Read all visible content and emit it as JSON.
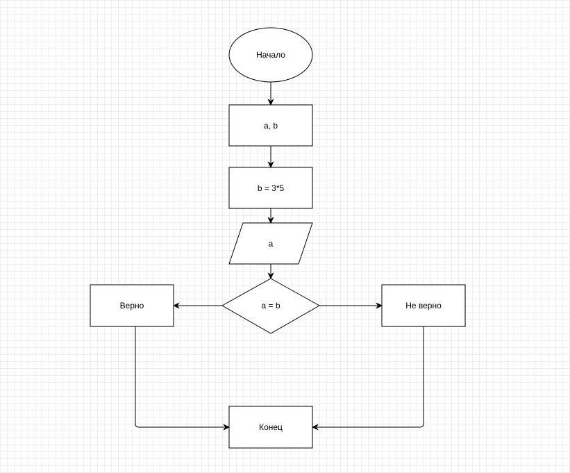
{
  "diagram": {
    "nodes": {
      "start": {
        "label": "Начало",
        "shape": "ellipse"
      },
      "input_ab": {
        "label": "a, b",
        "shape": "rectangle"
      },
      "assign_b": {
        "label": "b = 3*5",
        "shape": "rectangle"
      },
      "io_a": {
        "label": "a",
        "shape": "parallelogram"
      },
      "decision": {
        "label": "a = b",
        "shape": "diamond"
      },
      "true_branch": {
        "label": "Верно",
        "shape": "rectangle"
      },
      "false_branch": {
        "label": "Не верно",
        "shape": "rectangle"
      },
      "end": {
        "label": "Конец",
        "shape": "rectangle"
      }
    },
    "edges": [
      {
        "from": "start",
        "to": "input_ab"
      },
      {
        "from": "input_ab",
        "to": "assign_b"
      },
      {
        "from": "assign_b",
        "to": "io_a"
      },
      {
        "from": "io_a",
        "to": "decision"
      },
      {
        "from": "decision",
        "to": "true_branch"
      },
      {
        "from": "decision",
        "to": "false_branch"
      },
      {
        "from": "true_branch",
        "to": "end"
      },
      {
        "from": "false_branch",
        "to": "end"
      }
    ],
    "colors": {
      "stroke": "#000000",
      "fill": "#ffffff",
      "grid": "#ededed"
    }
  }
}
